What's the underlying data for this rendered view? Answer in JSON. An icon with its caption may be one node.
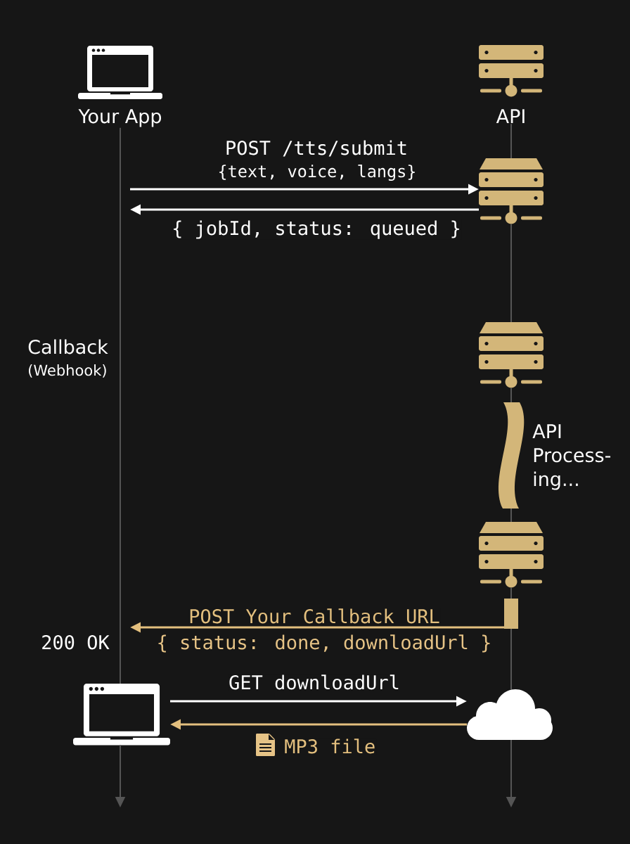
{
  "diagram": {
    "nodes": [
      {
        "text": [
          "Your App"
        ]
      },
      {
        "text": [
          "API"
        ]
      },
      {
        "text": [],
        "shape": "picture"
      },
      {
        "text": [],
        "shape": "picture"
      },
      {
        "text": [],
        "shape": "bar",
        "beside": [
          "API Process- ing..."
        ]
      },
      {
        "text": [],
        "shape": "picture"
      },
      {
        "text": [],
        "shape": "bar"
      },
      {
        "text": [],
        "shape": "picture"
      },
      {
        "text": [],
        "shape": "cloud"
      }
    ],
    "edges": [
      {
        "from": null,
        "to": 2,
        "arrow": "to",
        "label": "POST /tts/submit",
        "color": "#ffffff"
      },
      {
        "from": 2,
        "to": null,
        "arrow": "to",
        "label": "{ jobId, status: queued }",
        "color": "#ffffff"
      },
      {
        "from": 6,
        "to": null,
        "arrow": "to",
        "label": "POST Your Callback URL",
        "color": "#e3bf7e"
      },
      {
        "from": 7,
        "to": 8,
        "arrow": "to",
        "label": "GET downloadUrl",
        "color": "#ffffff"
      },
      {
        "from": 8,
        "to": 7,
        "arrow": "to",
        "label": "MP3 file",
        "color": "#e3bf7e"
      },
      {
        "from": 0,
        "to": 7,
        "arrow": "none"
      },
      {
        "from": 1,
        "to": 2,
        "arrow": "none"
      },
      {
        "from": 2,
        "to": 3,
        "arrow": "none"
      },
      {
        "from": 3,
        "to": 4,
        "arrow": "none"
      },
      {
        "from": 4,
        "to": 5,
        "arrow": "none"
      },
      {
        "from": 5,
        "to": 6,
        "arrow": "none"
      },
      {
        "from": 6,
        "to": 8,
        "arrow": "none"
      },
      {
        "from": 7,
        "to": null,
        "arrow": "to"
      },
      {
        "from": 8,
        "to": null,
        "arrow": "to"
      }
    ],
    "labels": [
      "{text, voice, langs}",
      "Callback",
      "(Webhook)",
      "200 OK",
      "{ status: done, downloadUrl }"
    ]
  }
}
